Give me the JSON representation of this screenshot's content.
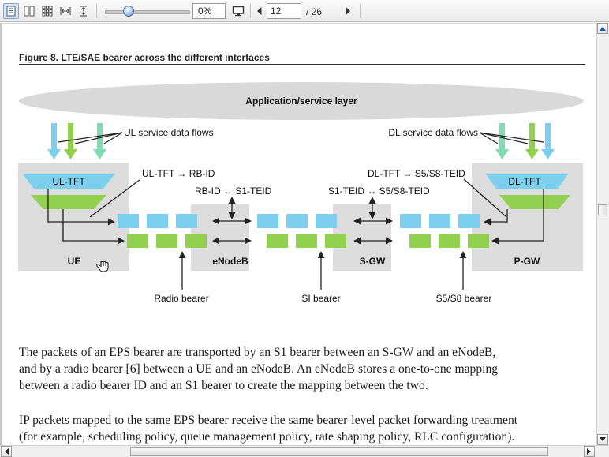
{
  "toolbar": {
    "zoom_value": "0%",
    "page_current": "12",
    "page_total": "/ 26"
  },
  "document": {
    "figure_caption": "Figure 8. LTE/SAE bearer across the different interfaces",
    "diagram": {
      "app_layer": "Application/service layer",
      "ul_flows": "UL service data flows",
      "dl_flows": "DL service data flows",
      "ul_tft": "UL-TFT",
      "dl_tft": "DL-TFT",
      "map_ue": "UL-TFT → RB-ID",
      "map_enb": "RB-ID ↔ S1-TEID",
      "map_sgw": "S1-TEID ↔ S5/S8-TEID",
      "map_pgw": "DL-TFT → S5/S8-TEID",
      "node_ue": "UE",
      "node_enb": "eNodeB",
      "node_sgw": "S-GW",
      "node_pgw": "P-GW",
      "radio_bearer": "Radio bearer",
      "s1_bearer": "SI bearer",
      "s5_bearer": "S5/S8 bearer"
    },
    "paragraph1": [
      "The packets of an EPS bearer are transported by an S1 bearer between an S-GW and an eNodeB,",
      "and by a radio bearer [6] between a UE and an eNodeB. An eNodeB stores a one-to-one mapping",
      "between a radio bearer ID and an S1 bearer to create the mapping between the two."
    ],
    "paragraph2": [
      "IP packets mapped to the same EPS bearer receive the same bearer-level packet forwarding treatment",
      "(for example, scheduling policy, queue management policy, rate shaping policy, RLC configuration)."
    ]
  },
  "colors": {
    "blue": "#7ccfee",
    "green": "#92d050",
    "mint": "#7fdcb0",
    "gray_box": "#dcdcdc",
    "ellipse": "#d9d9d9"
  },
  "icons": [
    "single-page-icon",
    "continuous-page-icon",
    "grid-page-icon",
    "fit-width-icon",
    "fit-height-icon",
    "monitor-icon",
    "prev-page-icon",
    "next-page-icon",
    "scroll-up-icon",
    "scroll-down-icon",
    "scroll-left-icon",
    "scroll-right-icon",
    "hand-cursor-icon"
  ]
}
